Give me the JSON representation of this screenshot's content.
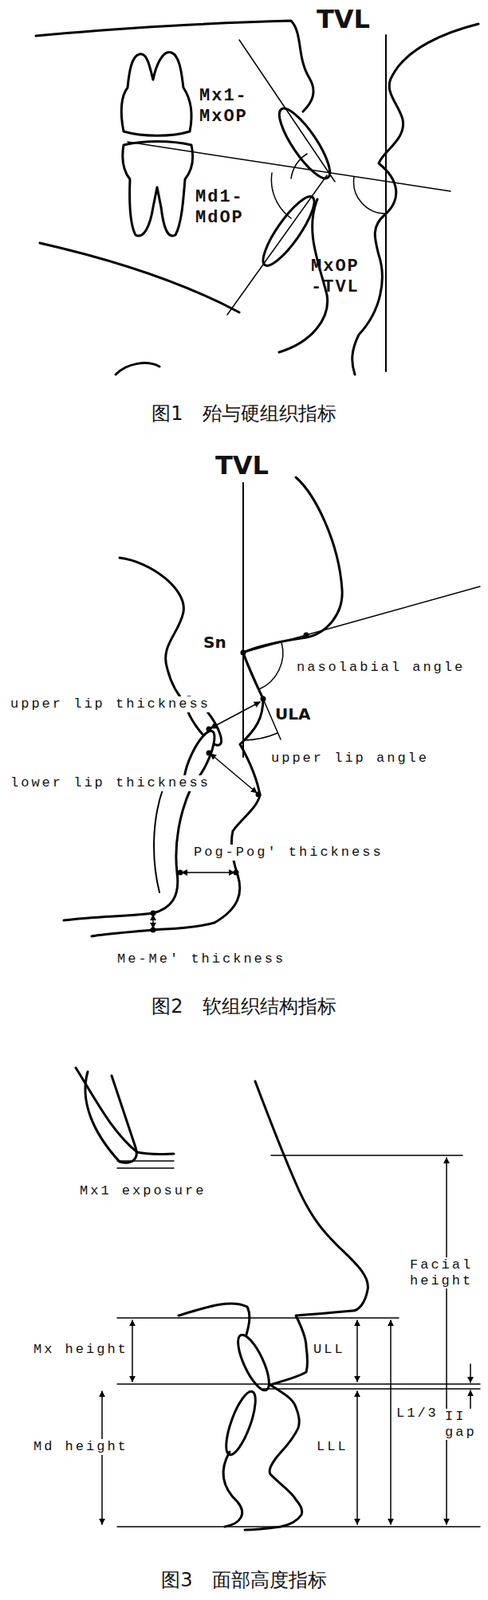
{
  "diagram": {
    "labels": [
      "TVL",
      "Mx1- MxOP",
      "Md1- MdOP",
      "MxOP -TVL",
      "图1　殆与硬组织指标",
      "TVL",
      "Sn",
      "nasolabial angle",
      "upper lip thickness",
      "ULA",
      "upper lip angle",
      "lower lip thickness",
      "Pog-Pog' thickness",
      "Me-Me' thickness",
      "图2　软组织结构指标",
      "Mx1 exposure",
      "Facial height",
      "Mx height",
      "ULL",
      "L1/3",
      "II gap",
      "Md height",
      "LLL",
      "图3　面部高度指标"
    ]
  }
}
